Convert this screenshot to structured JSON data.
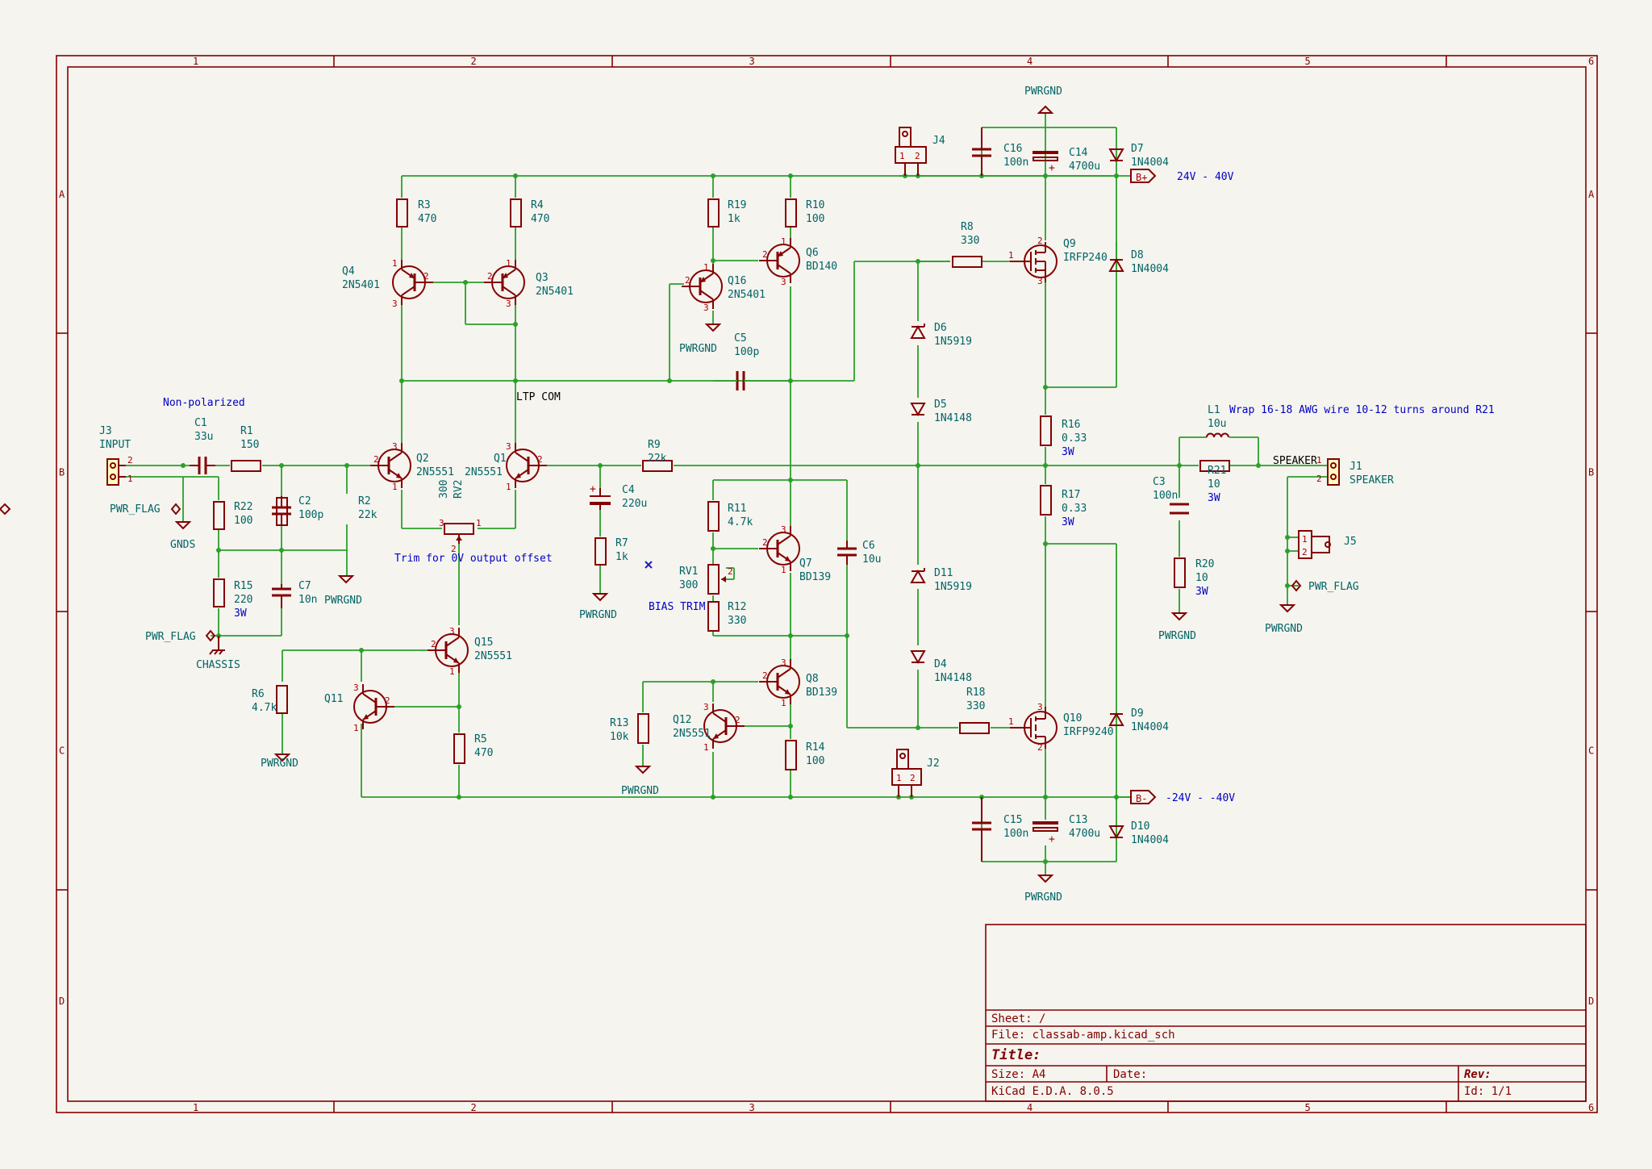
{
  "zones": {
    "columns": [
      "1",
      "2",
      "3",
      "4",
      "5",
      "6"
    ],
    "rows": [
      "A",
      "B",
      "C",
      "D"
    ]
  },
  "components": {
    "J3": {
      "ref": "J3",
      "value": "INPUT"
    },
    "C1": {
      "ref": "C1",
      "value": "33u"
    },
    "R1": {
      "ref": "R1",
      "value": "150"
    },
    "C2": {
      "ref": "C2",
      "value": "100p"
    },
    "R2": {
      "ref": "R2",
      "value": "22k"
    },
    "R22": {
      "ref": "R22",
      "value": "100"
    },
    "R15": {
      "ref": "R15",
      "value": "220",
      "power": "3W"
    },
    "C7": {
      "ref": "C7",
      "value": "10n"
    },
    "R3": {
      "ref": "R3",
      "value": "470"
    },
    "R4": {
      "ref": "R4",
      "value": "470"
    },
    "Q4": {
      "ref": "Q4",
      "value": "2N5401"
    },
    "Q3": {
      "ref": "Q3",
      "value": "2N5401"
    },
    "Q2": {
      "ref": "Q2",
      "value": "2N5551"
    },
    "Q1": {
      "ref": "Q1",
      "value": "2N5551"
    },
    "RV2": {
      "ref": "RV2",
      "value": "300"
    },
    "Q15": {
      "ref": "Q15",
      "value": "2N5551"
    },
    "R6": {
      "ref": "R6",
      "value": "4.7k"
    },
    "Q11": {
      "ref": "Q11",
      "value": ""
    },
    "R5": {
      "ref": "R5",
      "value": "470"
    },
    "R9": {
      "ref": "R9",
      "value": "22k"
    },
    "C4": {
      "ref": "C4",
      "value": "220u"
    },
    "R7": {
      "ref": "R7",
      "value": "1k"
    },
    "R19": {
      "ref": "R19",
      "value": "1k"
    },
    "R10": {
      "ref": "R10",
      "value": "100"
    },
    "Q16": {
      "ref": "Q16",
      "value": "2N5401"
    },
    "Q6": {
      "ref": "Q6",
      "value": "BD140"
    },
    "C5": {
      "ref": "C5",
      "value": "100p"
    },
    "R11": {
      "ref": "R11",
      "value": "4.7k"
    },
    "Q7": {
      "ref": "Q7",
      "value": "BD139"
    },
    "RV1": {
      "ref": "RV1",
      "value": "300"
    },
    "R12": {
      "ref": "R12",
      "value": "330"
    },
    "C6": {
      "ref": "C6",
      "value": "10u"
    },
    "Q8": {
      "ref": "Q8",
      "value": "BD139"
    },
    "R13": {
      "ref": "R13",
      "value": "10k"
    },
    "Q12": {
      "ref": "Q12",
      "value": "2N5551"
    },
    "R14": {
      "ref": "R14",
      "value": "100"
    },
    "J4": {
      "ref": "J4",
      "value": ""
    },
    "J2": {
      "ref": "J2",
      "value": ""
    },
    "R8": {
      "ref": "R8",
      "value": "330"
    },
    "Q9": {
      "ref": "Q9",
      "value": "IRFP240"
    },
    "D6": {
      "ref": "D6",
      "value": "1N5919"
    },
    "D5": {
      "ref": "D5",
      "value": "1N4148"
    },
    "D11": {
      "ref": "D11",
      "value": "1N5919"
    },
    "D4": {
      "ref": "D4",
      "value": "1N4148"
    },
    "R18": {
      "ref": "R18",
      "value": "330"
    },
    "Q10": {
      "ref": "Q10",
      "value": "IRFP9240"
    },
    "C16": {
      "ref": "C16",
      "value": "100n"
    },
    "C14": {
      "ref": "C14",
      "value": "4700u"
    },
    "D7": {
      "ref": "D7",
      "value": "1N4004"
    },
    "D8": {
      "ref": "D8",
      "value": "1N4004"
    },
    "R16": {
      "ref": "R16",
      "value": "0.33",
      "power": "3W"
    },
    "R17": {
      "ref": "R17",
      "value": "0.33",
      "power": "3W"
    },
    "D9": {
      "ref": "D9",
      "value": "1N4004"
    },
    "D10": {
      "ref": "D10",
      "value": "1N4004"
    },
    "C15": {
      "ref": "C15",
      "value": "100n"
    },
    "C13": {
      "ref": "C13",
      "value": "4700u"
    },
    "L1": {
      "ref": "L1",
      "value": "10u"
    },
    "R21": {
      "ref": "R21",
      "value": "10",
      "power": "3W"
    },
    "C3": {
      "ref": "C3",
      "value": "100n"
    },
    "R20": {
      "ref": "R20",
      "value": "10",
      "power": "3W"
    },
    "J1": {
      "ref": "J1",
      "value": "SPEAKER"
    },
    "J5": {
      "ref": "J5",
      "value": ""
    }
  },
  "power": {
    "pwrgnd": "PWRGND",
    "gnds": "GNDS",
    "pwr_flag": "PWR_FLAG",
    "chassis": "CHASSIS",
    "bplus": "B+",
    "bminus": "B-"
  },
  "notes": {
    "non_polarized": "Non-polarized",
    "trim": "Trim for 0V output offset",
    "bias_trim": "BIAS TRIM",
    "l1_note": "Wrap 16-18 AWG wire 10-12 turns around R21",
    "bplus_range": "24V - 40V",
    "bminus_range": "-24V - -40V",
    "ltp_com": "LTP COM",
    "speaker_net": "SPEAKER"
  },
  "title_block": {
    "sheet": "Sheet: /",
    "file": "File: classab-amp.kicad_sch",
    "title": "Title:",
    "size": "Size: A4",
    "date": "Date:",
    "rev": "Rev:",
    "tool": "KiCad E.D.A. 8.0.5",
    "id": "Id: 1/1"
  }
}
